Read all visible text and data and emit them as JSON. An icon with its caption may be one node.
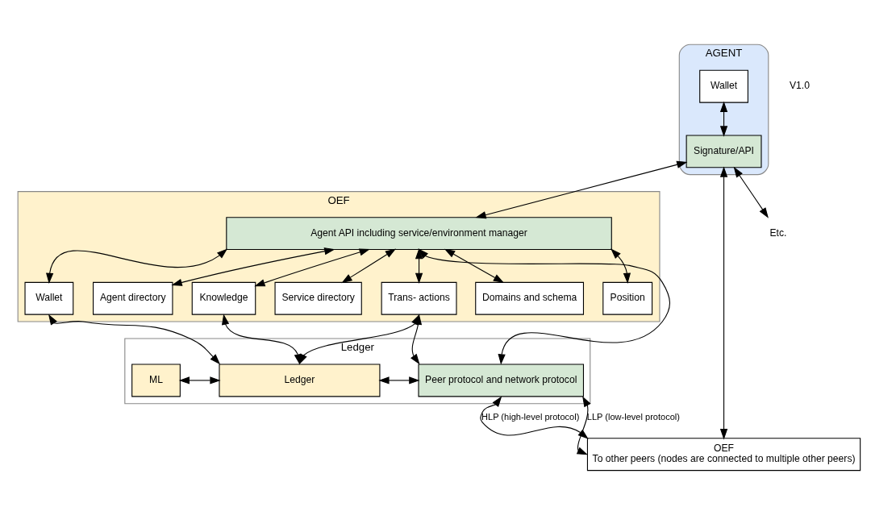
{
  "diagram": {
    "nodes": [
      {
        "text": [
          "AGENT"
        ]
      },
      {
        "text": [
          "Wallet"
        ],
        "in": 0
      },
      {
        "text": [
          "Signature/API"
        ],
        "in": 0
      },
      {
        "text": [
          "OEF"
        ]
      },
      {
        "text": [
          "Agent API including service/environment manager"
        ],
        "in": 3
      },
      {
        "text": [
          "Wallet"
        ],
        "in": 3
      },
      {
        "text": [
          "Position"
        ],
        "in": 3
      },
      {
        "text": [
          "Agent directory"
        ],
        "in": 3
      },
      {
        "text": [
          "Service directory"
        ],
        "in": 3
      },
      {
        "text": [
          "Knowledge"
        ],
        "in": 3
      },
      {
        "text": [
          "Trans- actions"
        ],
        "in": 3
      },
      {
        "text": [
          "Domains and schema"
        ],
        "in": 3
      },
      {
        "text": [
          "Ledger"
        ]
      },
      {
        "text": [
          "ML"
        ],
        "in": 12
      },
      {
        "text": [
          "Ledger"
        ],
        "in": 12
      },
      {
        "text": [
          "Peer protocol and network protocol"
        ],
        "in": 12
      },
      {
        "text": [
          "OEF",
          "To other peers (nodes are connected to multiple other peers)"
        ]
      },
      {
        "text": [
          "Etc."
        ]
      }
    ],
    "edges": [
      {
        "from": 1,
        "to": 2,
        "arrow": "both"
      },
      {
        "from": 2,
        "to": 4,
        "arrow": "both"
      },
      {
        "from": 2,
        "to": 16,
        "arrow": "both"
      },
      {
        "from": 2,
        "to": 17,
        "arrow": "both"
      },
      {
        "from": 4,
        "to": 5,
        "arrow": "both"
      },
      {
        "from": 4,
        "to": 6,
        "arrow": "both"
      },
      {
        "from": 4,
        "to": 7,
        "arrow": "both"
      },
      {
        "from": 4,
        "to": 8,
        "arrow": "both"
      },
      {
        "from": 4,
        "to": 9,
        "arrow": "both"
      },
      {
        "from": 4,
        "to": 10,
        "arrow": "both"
      },
      {
        "from": 4,
        "to": 11,
        "arrow": "both"
      },
      {
        "from": 4,
        "to": 15,
        "arrow": "both"
      },
      {
        "from": 5,
        "to": 14,
        "arrow": "both"
      },
      {
        "from": 9,
        "to": 14,
        "arrow": "both"
      },
      {
        "from": 10,
        "to": 14,
        "arrow": "both"
      },
      {
        "from": 10,
        "to": 15,
        "arrow": "both"
      },
      {
        "from": 13,
        "to": 14,
        "arrow": "both"
      },
      {
        "from": 14,
        "to": 15,
        "arrow": "both"
      },
      {
        "from": 15,
        "to": 16,
        "arrow": "both",
        "label": "HLP (high-level protocol)"
      },
      {
        "from": 15,
        "to": 16,
        "arrow": "both",
        "label": "LLP (low-level protocol)"
      }
    ],
    "labels": [
      "V1.0"
    ]
  }
}
